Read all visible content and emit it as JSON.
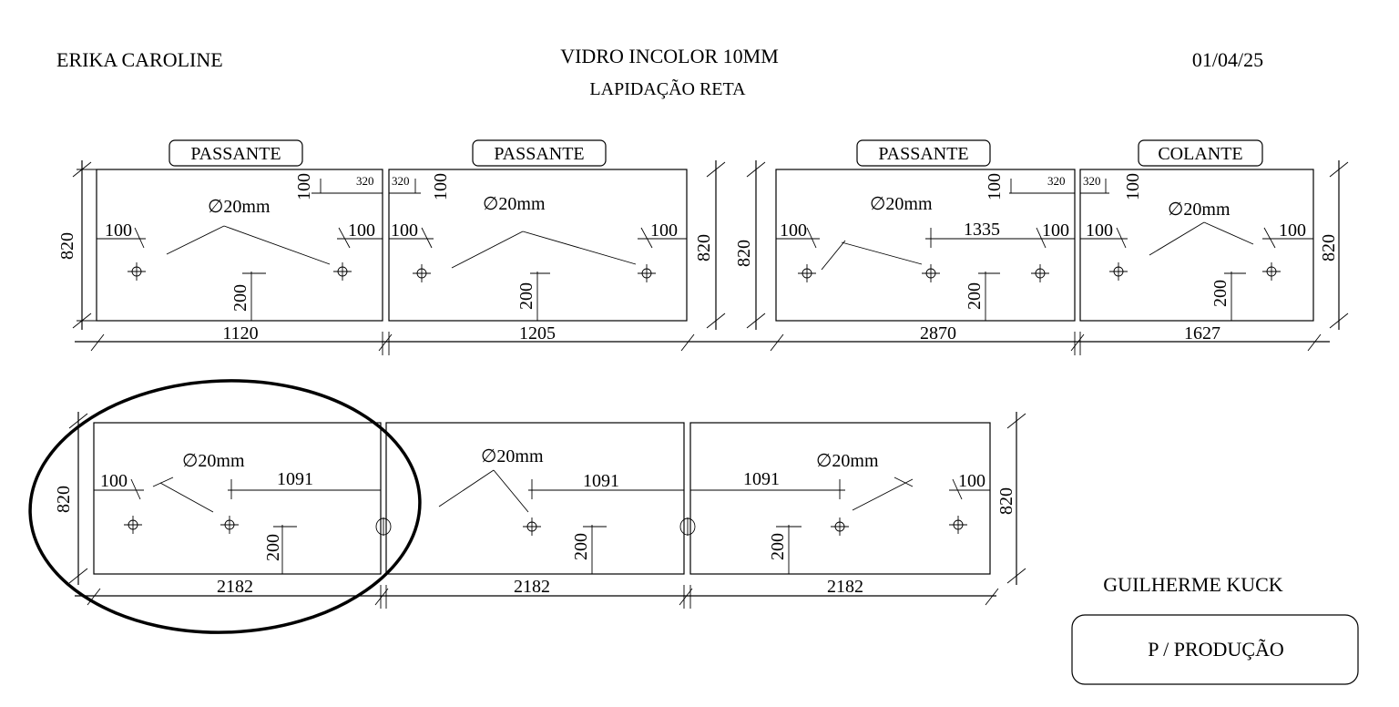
{
  "header": {
    "client": "ERIKA CAROLINE",
    "material": "VIDRO INCOLOR 10MM",
    "finish": "LAPIDAÇÃO RETA",
    "date": "01/04/25"
  },
  "footer": {
    "seller": "GUILHERME KUCK",
    "destination": "P / PRODUÇÃO"
  },
  "top_row": {
    "panels": [
      {
        "label": "PASSANTE",
        "width": "1120",
        "height": "820",
        "hole": "∅20mm",
        "edge_left": "100",
        "edge_right": "100",
        "corner_h": "320",
        "corner_v": "100",
        "bottom": "200"
      },
      {
        "label": "PASSANTE",
        "width": "1205",
        "height": "820",
        "hole": "∅20mm",
        "edge_left": "100",
        "edge_right": "100",
        "corner_h": "320",
        "corner_v": "100",
        "bottom": "200"
      },
      {
        "label": "PASSANTE",
        "width": "2870",
        "height": "820",
        "hole": "∅20mm",
        "edge_left": "100",
        "edge_right": "100",
        "mid": "1335",
        "corner_h": "320",
        "corner_v": "100",
        "bottom": "200"
      },
      {
        "label": "COLANTE",
        "width": "1627",
        "height": "820",
        "hole": "∅20mm",
        "edge_left": "100",
        "edge_right": "100",
        "corner_h": "320",
        "corner_v": "100",
        "bottom": "200"
      }
    ]
  },
  "bottom_row": {
    "panels": [
      {
        "width": "2182",
        "height": "820",
        "hole": "∅20mm",
        "edge": "100",
        "spacing": "1091",
        "bottom": "200"
      },
      {
        "width": "2182",
        "hole": "∅20mm",
        "spacing": "1091",
        "bottom": "200"
      },
      {
        "width": "2182",
        "height": "820",
        "hole": "∅20mm",
        "edge": "100",
        "spacing": "1091",
        "bottom": "200"
      }
    ]
  }
}
